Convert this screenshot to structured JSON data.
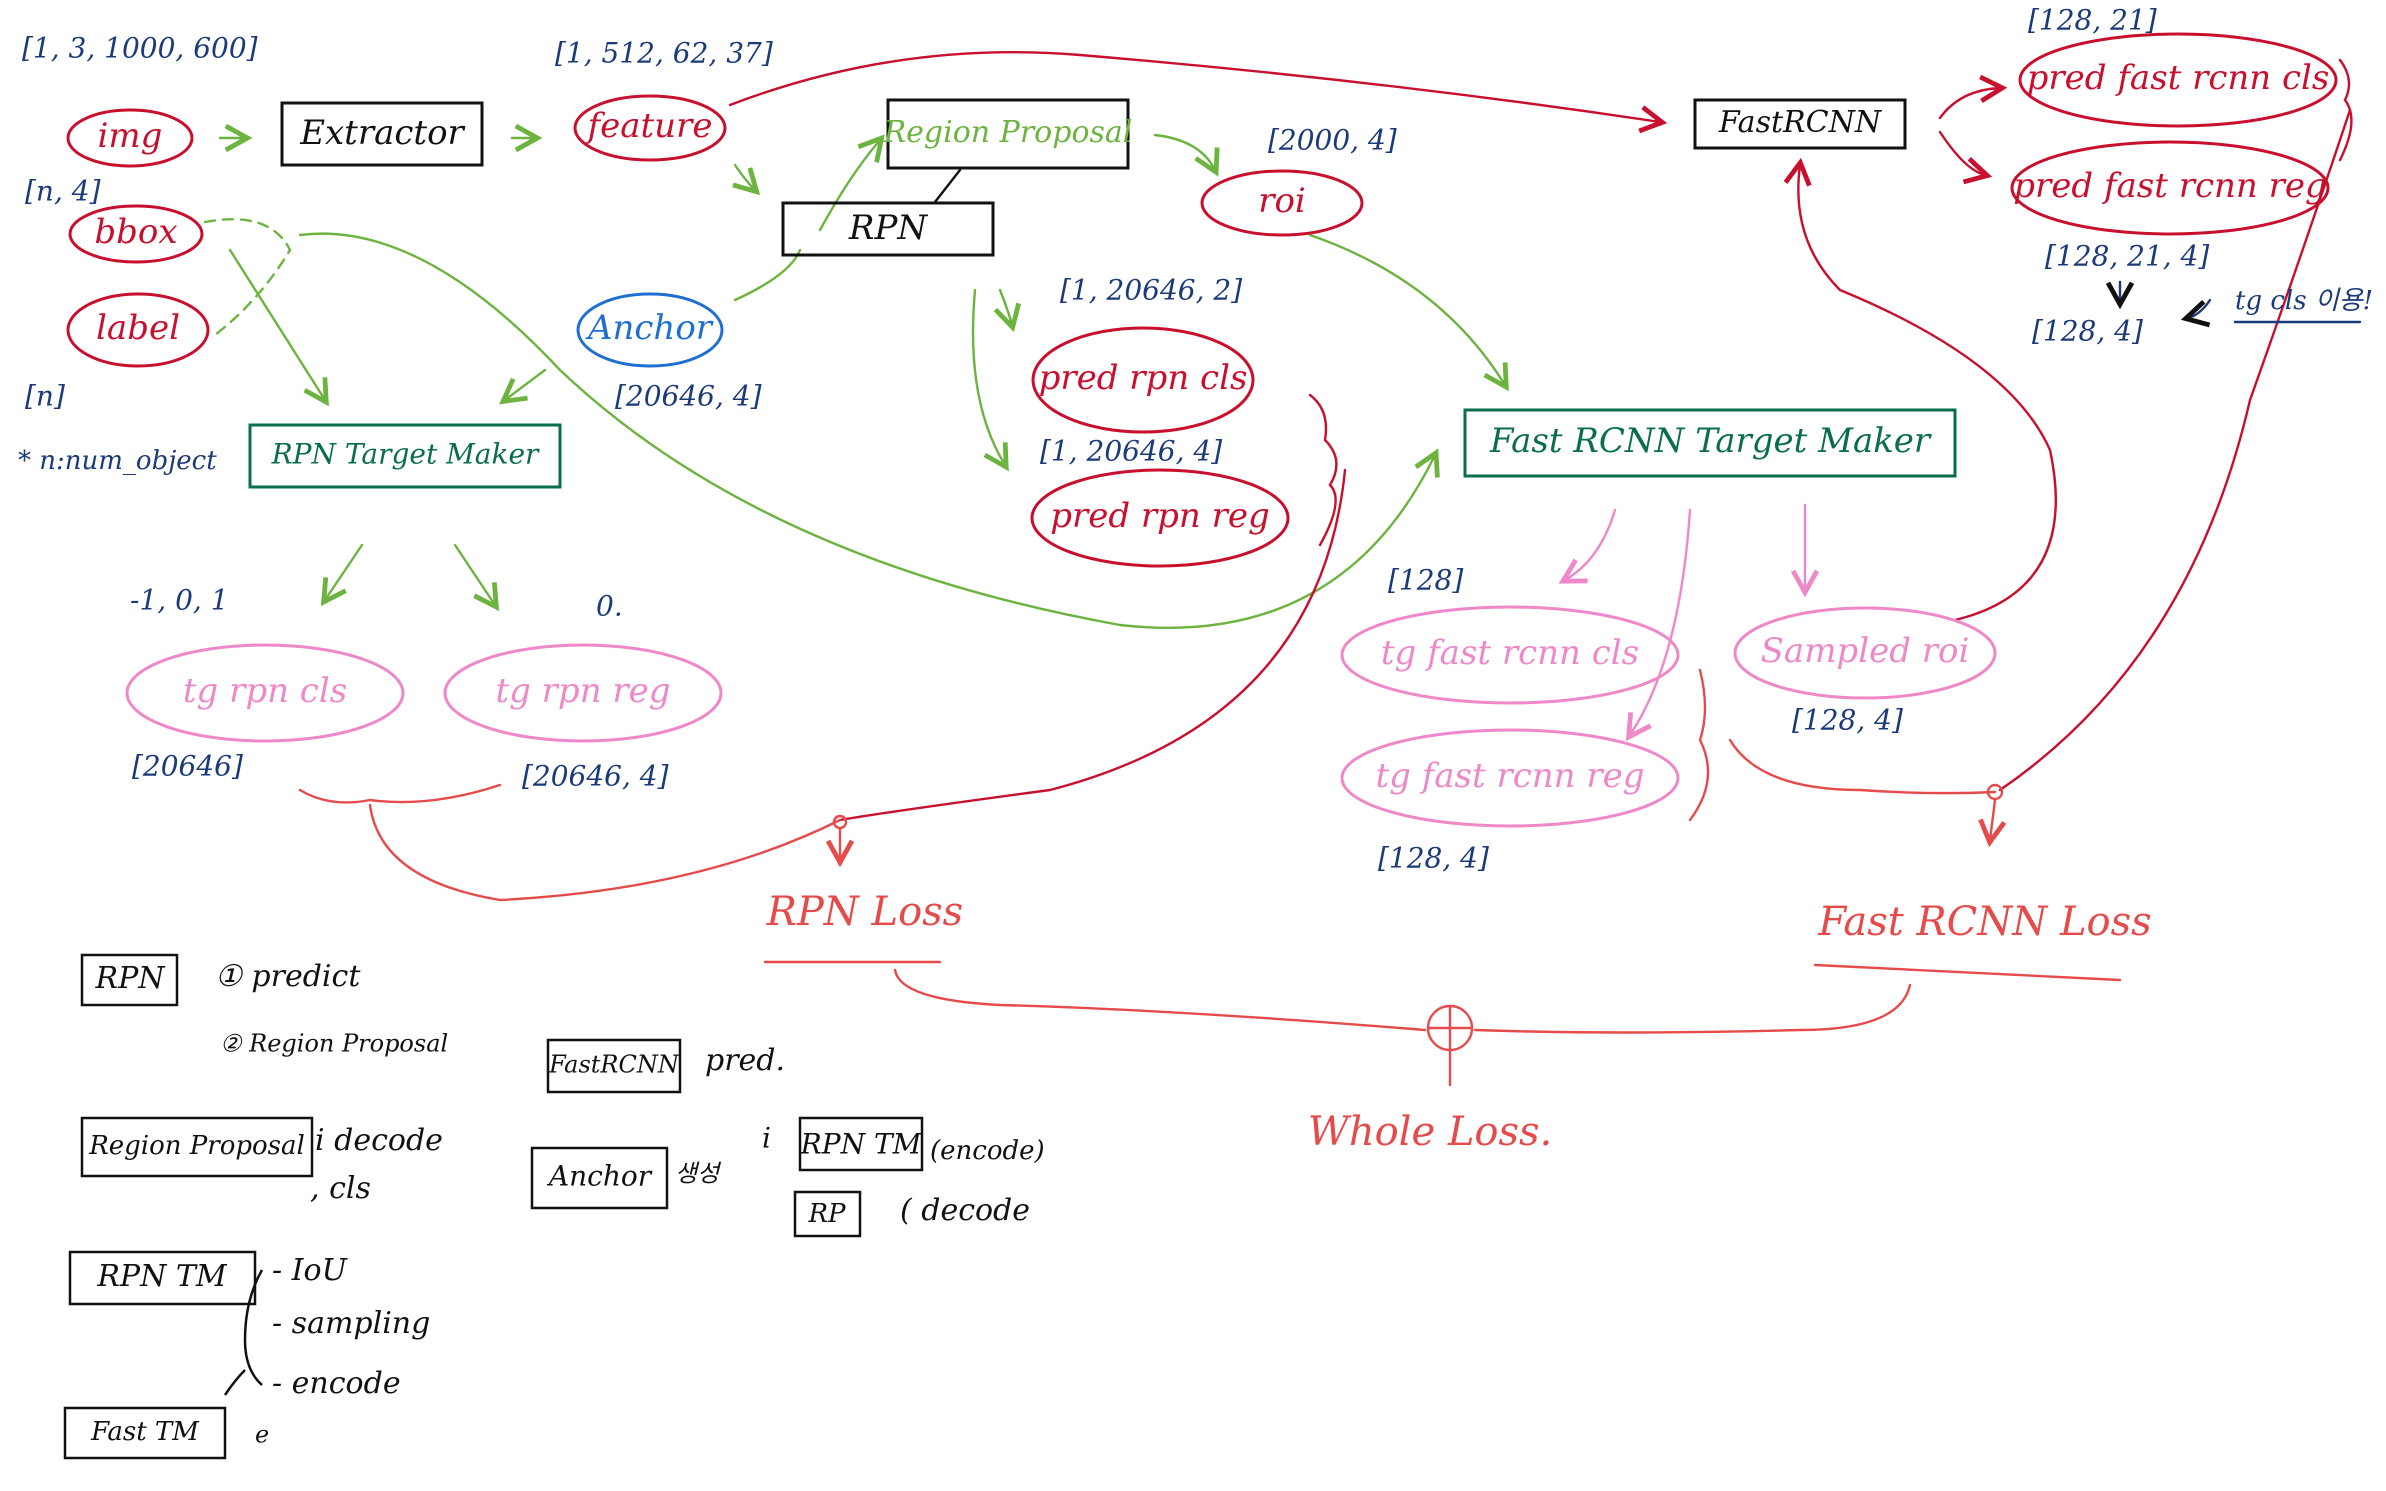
{
  "colors": {
    "red": "#c8102e",
    "green": "#6db33f",
    "darkgreen": "#0a6e4a",
    "blue": "#1f6fd1",
    "navy": "#1a3a7a",
    "pink": "#ee88c8",
    "salmon": "#e64b4b",
    "black": "#111111"
  },
  "nodes": {
    "img": "img",
    "bbox": "bbox",
    "label": "label",
    "extractor": "Extractor",
    "feature": "feature",
    "region_proposal": "Region Proposal",
    "rpn": "RPN",
    "anchor": "Anchor",
    "roi": "roi",
    "pred_rpn_cls": "pred rpn cls",
    "pred_rpn_reg": "pred rpn reg",
    "rpn_target_maker": "RPN Target Maker",
    "tg_rpn_cls": "tg rpn cls",
    "tg_rpn_reg": "tg rpn reg",
    "fast_rcnn": "FastRCNN",
    "pred_fast_rcnn_cls": "pred fast rcnn cls",
    "pred_fast_rcnn_reg": "pred fast rcnn reg",
    "fast_rcnn_target_maker": "Fast RCNN Target Maker",
    "tg_fast_rcnn_cls": "tg fast rcnn cls",
    "tg_fast_rcnn_reg": "tg fast rcnn reg",
    "sampled_roi": "Sampled roi",
    "rpn_loss": "RPN Loss",
    "fast_rcnn_loss": "Fast RCNN Loss",
    "whole_loss": "Whole Loss."
  },
  "shapes": {
    "img": "[1, 3, 1000, 600]",
    "feature": "[1, 512, 62, 37]",
    "bbox": "[n, 4]",
    "label": "[n]",
    "num_object_note": "* n:num_object",
    "anchor": "[20646, 4]",
    "roi": "[2000, 4]",
    "pred_rpn_cls": "[1, 20646, 2]",
    "pred_rpn_reg": "[1, 20646, 4]",
    "tg_rpn_cls_values": "-1, 0, 1",
    "tg_rpn_reg_values": "0.",
    "tg_rpn_cls": "[20646]",
    "tg_rpn_reg": "[20646, 4]",
    "pred_fast_rcnn_cls": "[128, 21]",
    "pred_fast_rcnn_reg": "[128, 21, 4]",
    "pred_fast_rcnn_reg_sel": "[128, 4]",
    "tg_cls_note": "tg cls 이용!",
    "tg_fast_rcnn_cls": "[128]",
    "sampled_roi": "[128, 4]",
    "tg_fast_rcnn_reg": "[128, 4]"
  },
  "legend": {
    "rpn": "RPN",
    "rpn_1": "① predict",
    "rpn_2": "② Region Proposal",
    "region_proposal": "Region Proposal",
    "rp_decode": "i decode",
    "rp_cls": ", cls",
    "rpn_tm": "RPN TM",
    "rpn_tm_items": [
      "- IoU",
      "- sampling",
      "- encode"
    ],
    "fast_tm": "Fast TM",
    "fast_tm_suffix": "e",
    "fastrcnn": "FastRCNN",
    "fastrcnn_desc": "pred.",
    "anchor": "Anchor",
    "anchor_desc": "생성",
    "rpn_tm_encode": "RPN TM",
    "encode": "(encode)",
    "rp": "RP",
    "decode": "( decode"
  }
}
